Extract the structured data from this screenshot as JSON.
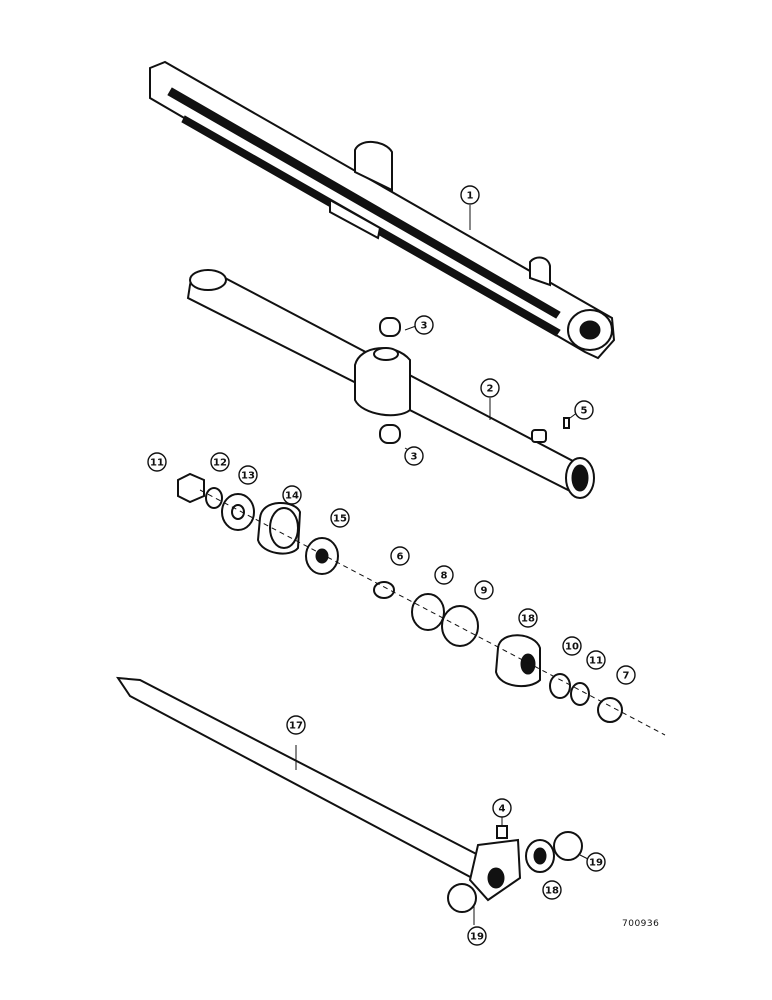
{
  "figure": {
    "drawing_number": "700936",
    "callouts": [
      "1",
      "2",
      "3",
      "3",
      "5",
      "11",
      "12",
      "13",
      "14",
      "15",
      "6",
      "8",
      "9",
      "18",
      "10",
      "11",
      "7",
      "17",
      "4",
      "18",
      "19",
      "19"
    ]
  }
}
